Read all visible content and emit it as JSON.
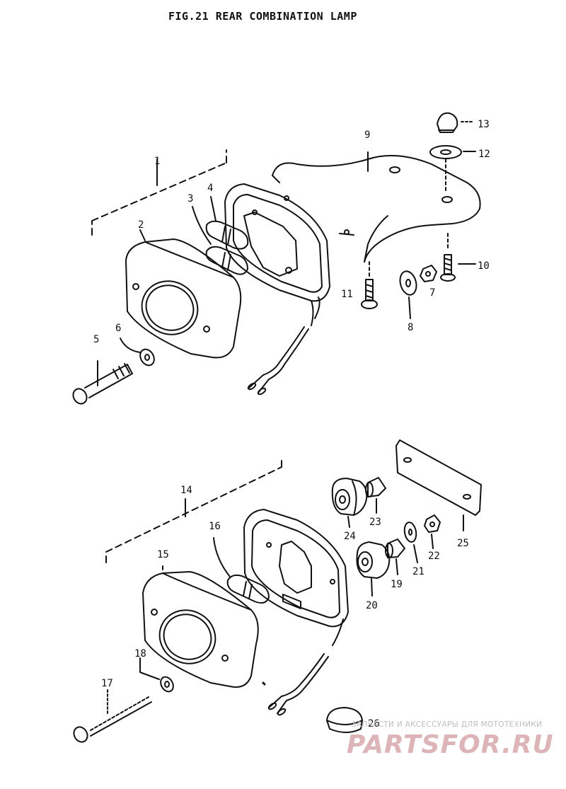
{
  "figure": {
    "title": "FIG.21  REAR COMBINATION LAMP"
  },
  "labels": {
    "l1": "1",
    "l2": "2",
    "l3": "3",
    "l4": "4",
    "l5": "5",
    "l6": "6",
    "l7": "7",
    "l8": "8",
    "l9": "9",
    "l10": "10",
    "l11": "11",
    "l12": "12",
    "l13": "13",
    "l14": "14",
    "l15": "15",
    "l16": "16",
    "l17": "17",
    "l18": "18",
    "l19": "19",
    "l20": "20",
    "l21": "21",
    "l22": "22",
    "l23": "23",
    "l24": "24",
    "l25": "25",
    "l26": "26"
  },
  "watermark": {
    "subtitle": "ЗАПЧАСТИ И АКСЕССУАРЫ ДЛЯ МОТОТЕХНИКИ",
    "logo": "PARTSFOR.RU"
  }
}
